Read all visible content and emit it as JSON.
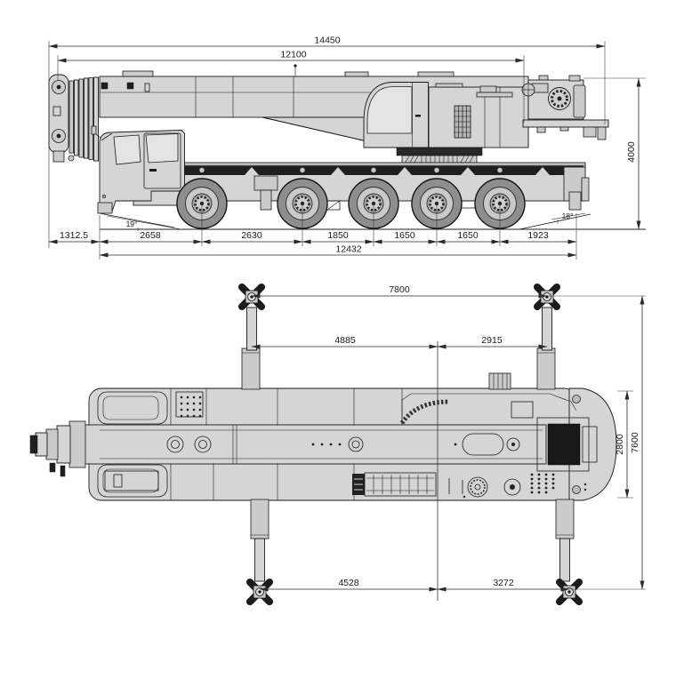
{
  "side_view": {
    "overall_length": "14450",
    "secondary_length": "12100",
    "overall_height": "4000",
    "front_overhang": "1312.5",
    "front_to_axle1": "2658",
    "axle1_axle2": "2630",
    "axle2_axle3": "1850",
    "axle3_axle4": "1650",
    "axle4_axle5": "1650",
    "axle5_rear": "1923",
    "frame_length": "12432",
    "approach_angle": "19°",
    "departure_angle": "18°"
  },
  "top_view": {
    "span_front": "7800",
    "front_left": "4885",
    "front_right": "2915",
    "width": "2800",
    "span_length": "7600",
    "rear_left": "4528",
    "rear_right": "3272"
  },
  "colors": {
    "outline": "#1a1a1a",
    "body_fill": "#d5d5d5",
    "dark_fill": "#1f1f1f",
    "tire_fill": "#8e8e8e",
    "dimension_line": "#2a2a2a"
  }
}
